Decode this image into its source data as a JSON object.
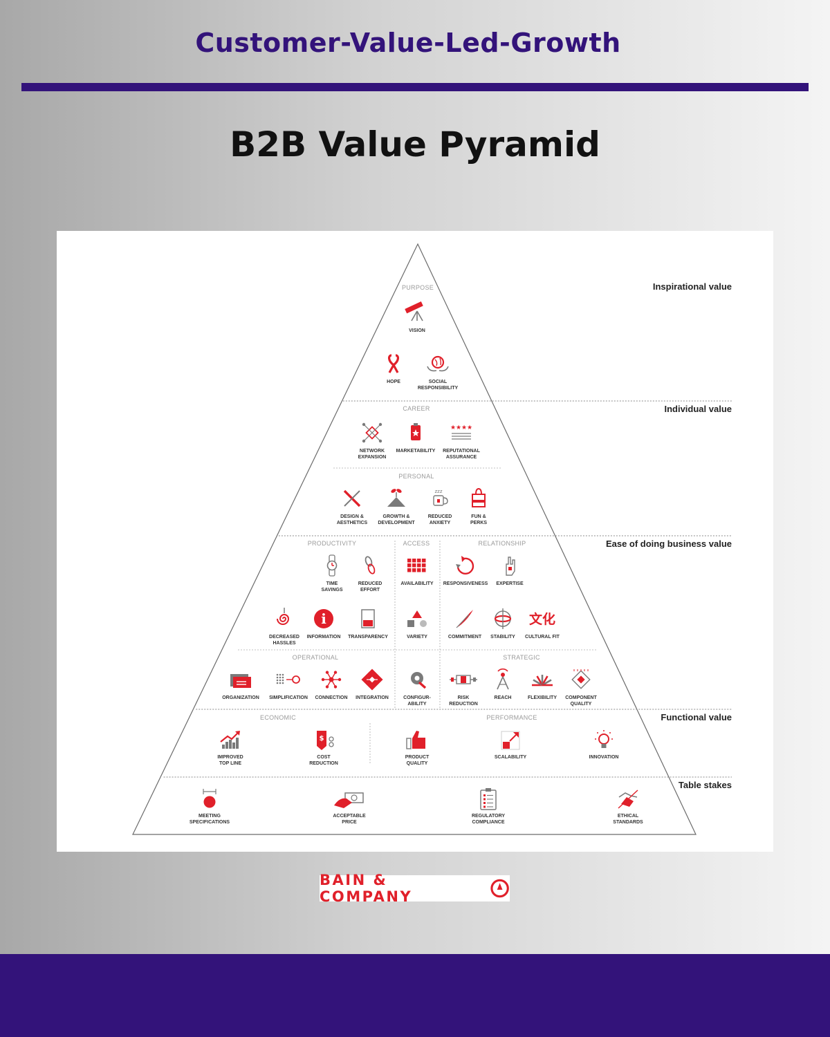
{
  "header": {
    "title": "Customer-Value-Led-Growth"
  },
  "main_title": "B2B Value Pyramid",
  "colors": {
    "accent_purple": "#33137a",
    "icon_red": "#e0202a",
    "icon_gray": "#7a7a7a"
  },
  "pyramid": {
    "tiers": [
      {
        "name": "inspirational",
        "label": "Inspirational value"
      },
      {
        "name": "individual",
        "label": "Individual value"
      },
      {
        "name": "ease",
        "label": "Ease of doing business value"
      },
      {
        "name": "functional",
        "label": "Functional value"
      },
      {
        "name": "table-stakes",
        "label": "Table stakes"
      }
    ],
    "categories": [
      {
        "id": "purpose",
        "label": "PURPOSE"
      },
      {
        "id": "career",
        "label": "CAREER"
      },
      {
        "id": "personal",
        "label": "PERSONAL"
      },
      {
        "id": "productivity",
        "label": "PRODUCTIVITY"
      },
      {
        "id": "access",
        "label": "ACCESS"
      },
      {
        "id": "relationship",
        "label": "RELATIONSHIP"
      },
      {
        "id": "operational",
        "label": "OPERATIONAL"
      },
      {
        "id": "strategic",
        "label": "STRATEGIC"
      },
      {
        "id": "economic",
        "label": "ECONOMIC"
      },
      {
        "id": "performance",
        "label": "PERFORMANCE"
      }
    ],
    "elements": [
      {
        "id": "vision",
        "lines": [
          "VISION"
        ],
        "icon": "telescope-icon"
      },
      {
        "id": "hope",
        "lines": [
          "HOPE"
        ],
        "icon": "ribbon-icon"
      },
      {
        "id": "social-responsibility",
        "lines": [
          "SOCIAL",
          "RESPONSIBILITY"
        ],
        "icon": "globe-hands-icon"
      },
      {
        "id": "network-expansion",
        "lines": [
          "NETWORK",
          "EXPANSION"
        ],
        "icon": "network-icon"
      },
      {
        "id": "marketability",
        "lines": [
          "MARKETABILITY"
        ],
        "icon": "badge-icon"
      },
      {
        "id": "reputational-assurance",
        "lines": [
          "REPUTATIONAL",
          "ASSURANCE"
        ],
        "icon": "stars-icon"
      },
      {
        "id": "design-aesthetics",
        "lines": [
          "DESIGN &",
          "AESTHETICS"
        ],
        "icon": "pencil-cross-icon"
      },
      {
        "id": "growth-development",
        "lines": [
          "GROWTH &",
          "DEVELOPMENT"
        ],
        "icon": "sprout-icon"
      },
      {
        "id": "reduced-anxiety",
        "lines": [
          "REDUCED",
          "ANXIETY"
        ],
        "icon": "coffee-cup-icon"
      },
      {
        "id": "fun-perks",
        "lines": [
          "FUN &",
          "PERKS"
        ],
        "icon": "gift-bag-icon"
      },
      {
        "id": "time-savings",
        "lines": [
          "TIME",
          "SAVINGS"
        ],
        "icon": "watch-icon"
      },
      {
        "id": "reduced-effort",
        "lines": [
          "REDUCED",
          "EFFORT"
        ],
        "icon": "chain-icon"
      },
      {
        "id": "availability",
        "lines": [
          "AVAILABILITY"
        ],
        "icon": "calendar-grid-icon"
      },
      {
        "id": "responsiveness",
        "lines": [
          "RESPONSIVENESS"
        ],
        "icon": "cycle-arrow-icon"
      },
      {
        "id": "expertise",
        "lines": [
          "EXPERTISE"
        ],
        "icon": "hand-icon"
      },
      {
        "id": "decreased-hassles",
        "lines": [
          "DECREASED",
          "HASSLES"
        ],
        "icon": "spiral-icon"
      },
      {
        "id": "information",
        "lines": [
          "INFORMATION"
        ],
        "icon": "info-icon"
      },
      {
        "id": "transparency",
        "lines": [
          "TRANSPARENCY"
        ],
        "icon": "glass-panel-icon"
      },
      {
        "id": "variety",
        "lines": [
          "VARIETY"
        ],
        "icon": "shapes-icon"
      },
      {
        "id": "commitment",
        "lines": [
          "COMMITMENT"
        ],
        "icon": "quill-icon"
      },
      {
        "id": "stability",
        "lines": [
          "STABILITY"
        ],
        "icon": "gyroscope-icon"
      },
      {
        "id": "cultural-fit",
        "lines": [
          "CULTURAL FIT"
        ],
        "icon": "characters-icon",
        "glyph": "文化"
      },
      {
        "id": "organization",
        "lines": [
          "ORGANIZATION"
        ],
        "icon": "folder-icon"
      },
      {
        "id": "simplification",
        "lines": [
          "SIMPLIFICATION"
        ],
        "icon": "dots-to-circle-icon"
      },
      {
        "id": "connection",
        "lines": [
          "CONNECTION"
        ],
        "icon": "hub-icon"
      },
      {
        "id": "integration",
        "lines": [
          "INTEGRATION"
        ],
        "icon": "puzzle-icon"
      },
      {
        "id": "configurability",
        "lines": [
          "CONFIGUR-",
          "ABILITY"
        ],
        "icon": "wrench-gear-icon"
      },
      {
        "id": "risk-reduction",
        "lines": [
          "RISK",
          "REDUCTION"
        ],
        "icon": "fuse-icon"
      },
      {
        "id": "reach",
        "lines": [
          "REACH"
        ],
        "icon": "antenna-icon"
      },
      {
        "id": "flexibility",
        "lines": [
          "FLEXIBILITY"
        ],
        "icon": "fan-icon"
      },
      {
        "id": "component-quality",
        "lines": [
          "COMPONENT",
          "QUALITY"
        ],
        "icon": "chip-icon"
      },
      {
        "id": "improved-top-line",
        "lines": [
          "IMPROVED",
          "TOP LINE"
        ],
        "icon": "growth-chart-icon"
      },
      {
        "id": "cost-reduction",
        "lines": [
          "COST",
          "REDUCTION"
        ],
        "icon": "price-tag-scissors-icon"
      },
      {
        "id": "product-quality",
        "lines": [
          "PRODUCT",
          "QUALITY"
        ],
        "icon": "thumbs-up-icon"
      },
      {
        "id": "scalability",
        "lines": [
          "SCALABILITY"
        ],
        "icon": "scale-arrow-icon"
      },
      {
        "id": "innovation",
        "lines": [
          "INNOVATION"
        ],
        "icon": "lightbulb-icon"
      },
      {
        "id": "meeting-specifications",
        "lines": [
          "MEETING",
          "SPECIFICATIONS"
        ],
        "icon": "dot-measure-icon"
      },
      {
        "id": "acceptable-price",
        "lines": [
          "ACCEPTABLE",
          "PRICE"
        ],
        "icon": "cash-hand-icon"
      },
      {
        "id": "regulatory-compliance",
        "lines": [
          "REGULATORY",
          "COMPLIANCE"
        ],
        "icon": "clipboard-icon"
      },
      {
        "id": "ethical-standards",
        "lines": [
          "ETHICAL",
          "STANDARDS"
        ],
        "icon": "handshake-icon"
      }
    ]
  },
  "logo": {
    "text": "BAIN & COMPANY"
  }
}
